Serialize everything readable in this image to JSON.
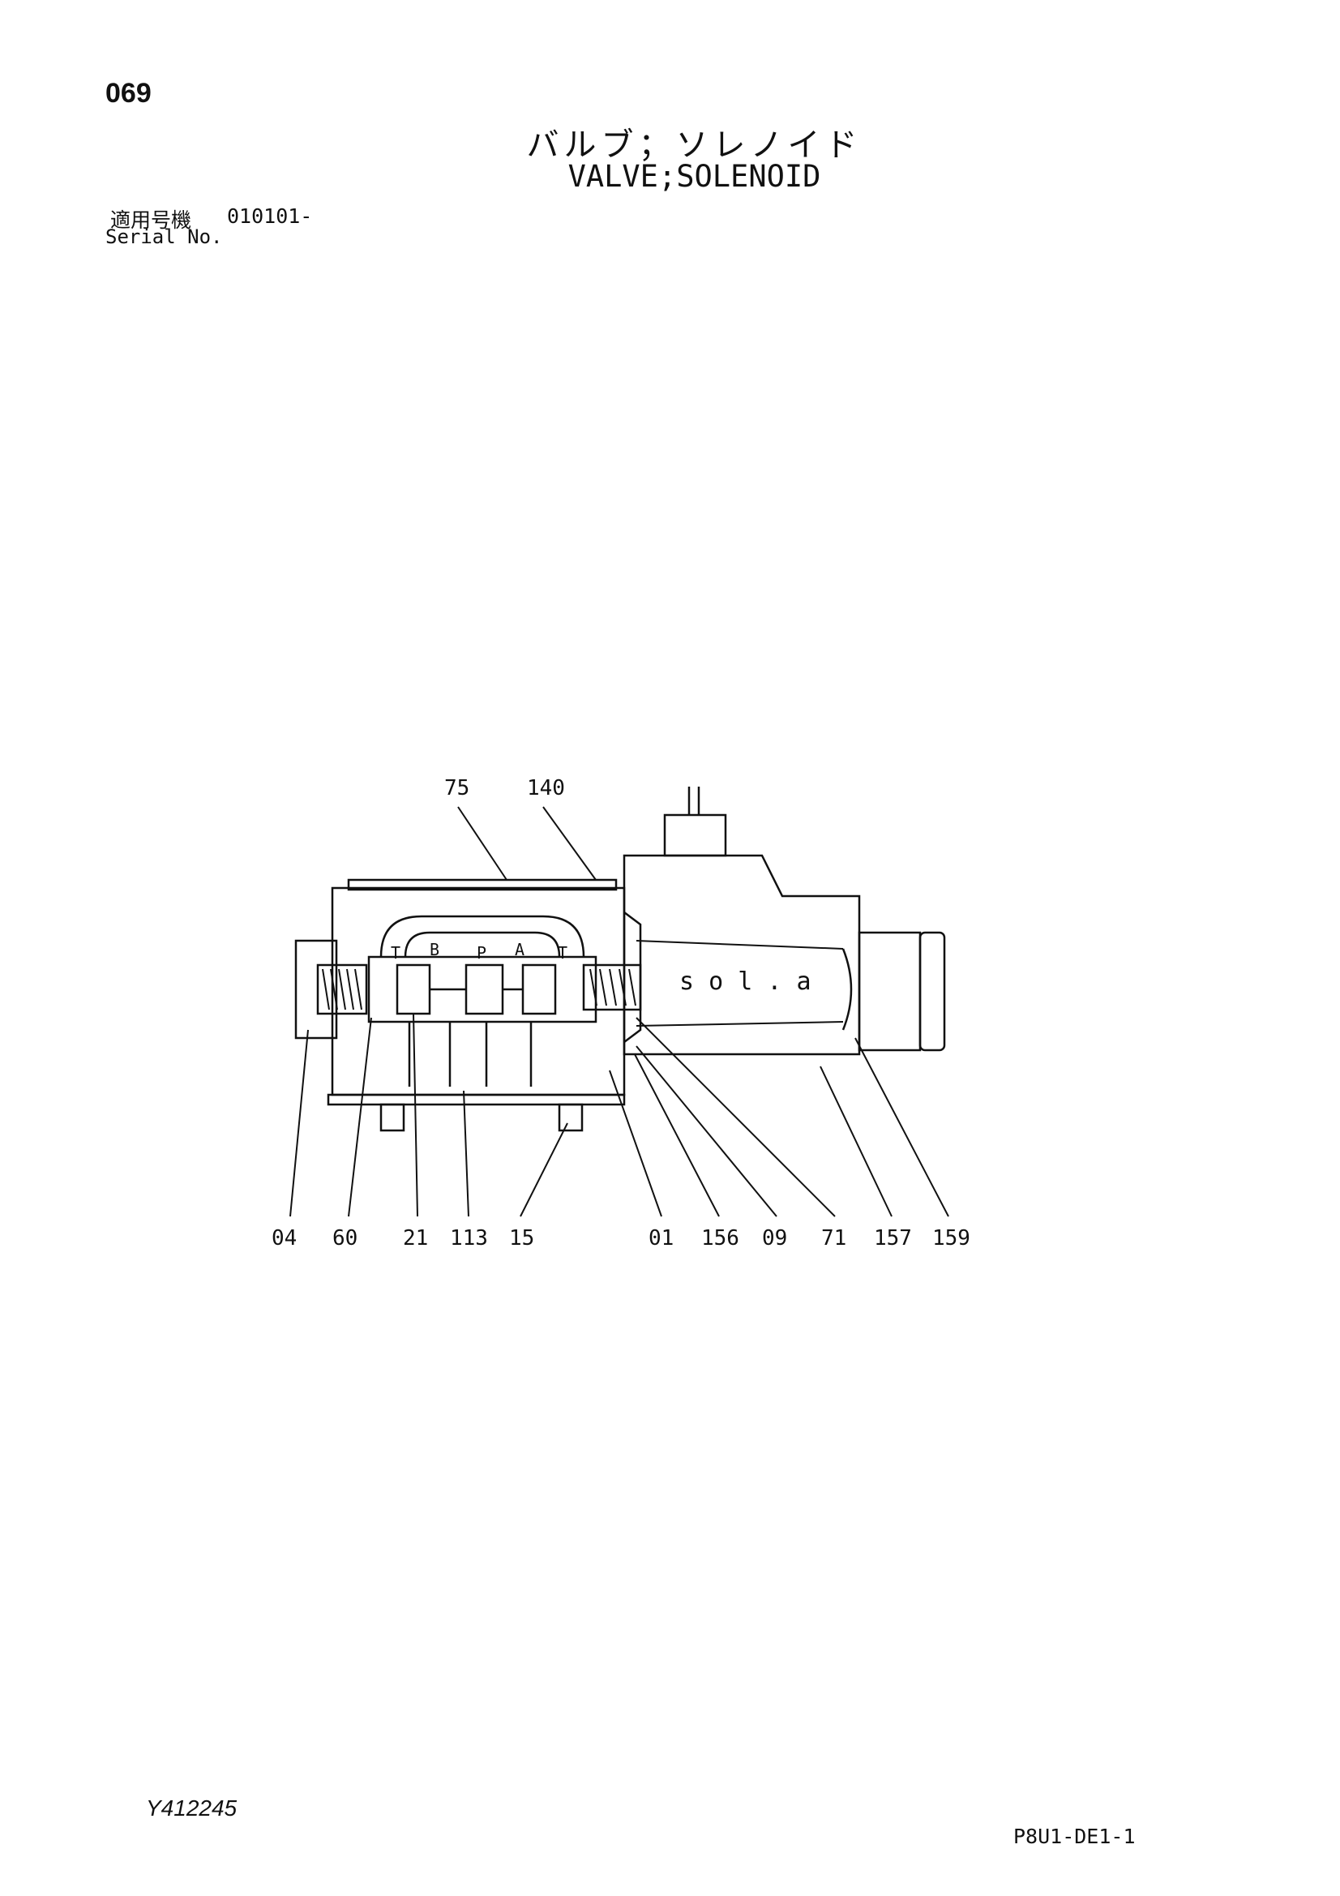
{
  "header": {
    "page_number": "069",
    "title_jp": "バルブ；ソレノイド",
    "title_en": "VALVE;SOLENOID",
    "serial_label_jp": "適用号機",
    "serial_value": "010101-",
    "serial_label_en": "Serial No."
  },
  "diagram": {
    "port_labels": [
      "T",
      "B",
      "P",
      "A",
      "T"
    ],
    "solenoid_label": "s o l . a",
    "callouts_top": [
      "75",
      "140"
    ],
    "callouts_bottom": [
      "04",
      "60",
      "21",
      "113",
      "15",
      "01",
      "156",
      "09",
      "71",
      "157",
      "159"
    ]
  },
  "footer": {
    "doc_code": "Y412245",
    "sheet_code": "P8U1-DE1-1"
  }
}
